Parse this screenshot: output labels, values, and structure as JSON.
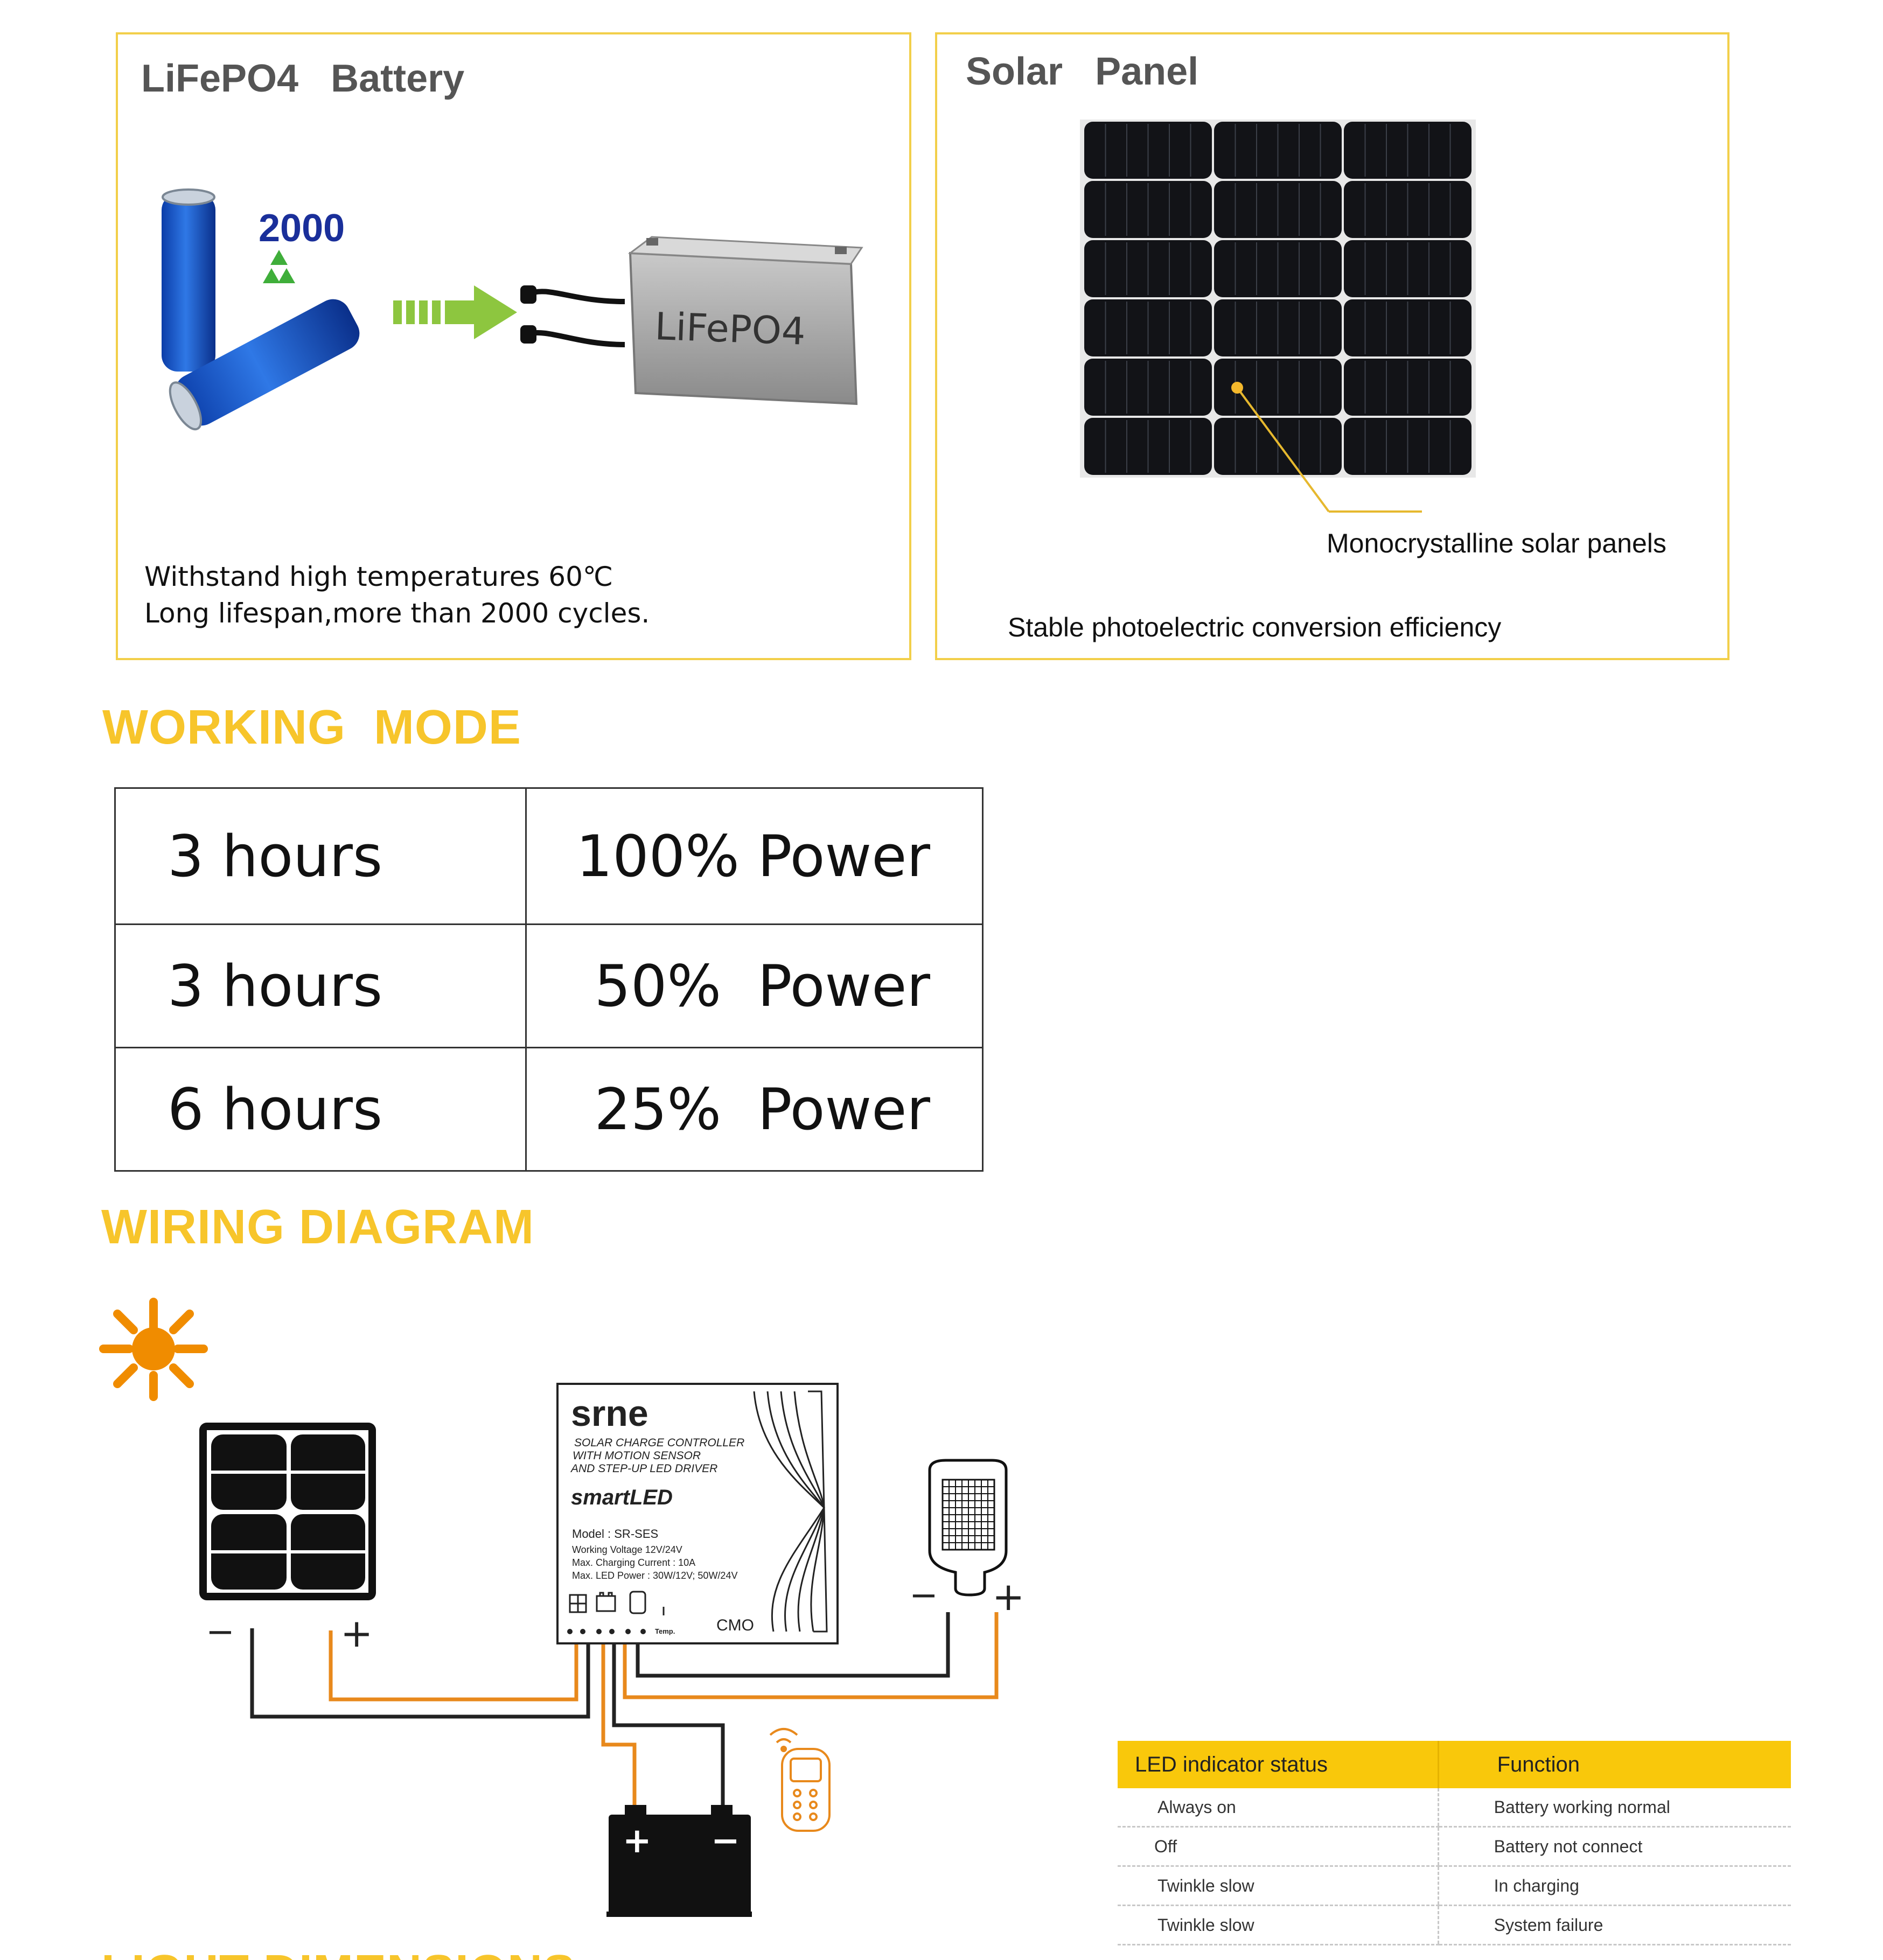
{
  "battery": {
    "title": "LiFePO4   Battery",
    "cell_number": "2000",
    "case_label": "LiFePO4",
    "features": [
      "Withstand high temperatures 60℃",
      "Long lifespan,more than 2000 cycles."
    ],
    "icons": [
      "battery-cells-icon",
      "recycle-icon",
      "green-arrow-icon",
      "battery-box-icon"
    ]
  },
  "solar": {
    "title": "Solar   Panel",
    "callout": "Monocrystalline solar panels",
    "feature": "Stable photoelectric conversion efficiency"
  },
  "working_mode": {
    "title": "WORKING  MODE",
    "rows": [
      {
        "duration": "3 hours",
        "power": "100% Power"
      },
      {
        "duration": "3 hours",
        "power": "50%  Power"
      },
      {
        "duration": "6 hours",
        "power": "25%  Power"
      }
    ]
  },
  "wiring": {
    "title": "WIRING DIAGRAM",
    "panel_minus": "−",
    "panel_plus": "+",
    "lamp_minus": "−",
    "lamp_plus": "+",
    "battery_plus": "+",
    "battery_minus": "−",
    "controller": {
      "brand": "srne",
      "desc": [
        "SOLAR CHARGE CONTROLLER",
        "WITH MOTION SENSOR",
        "AND STEP-UP LED DRIVER"
      ],
      "logo": "smartLED",
      "specs": [
        "Model : SR-SES",
        "Working Voltage  12V/24V",
        "Max. Charging Current : 10A",
        "Max. LED Power : 30W/12V; 50W/24V"
      ],
      "temp_label": "Temp.",
      "code": "CMO"
    },
    "colors": {
      "positive": "#e8891c",
      "negative": "#222222",
      "sun": "#f08c00"
    }
  },
  "led_table": {
    "headers": [
      "LED indicator status",
      "Function"
    ],
    "rows": [
      [
        "Always on",
        "Battery working normal"
      ],
      [
        "Off",
        "Battery not connect"
      ],
      [
        "Twinkle slow",
        "In charging"
      ],
      [
        "Twinkle slow",
        "System failure"
      ]
    ]
  },
  "bottom_title": "LIGHT DIMENSIONS"
}
